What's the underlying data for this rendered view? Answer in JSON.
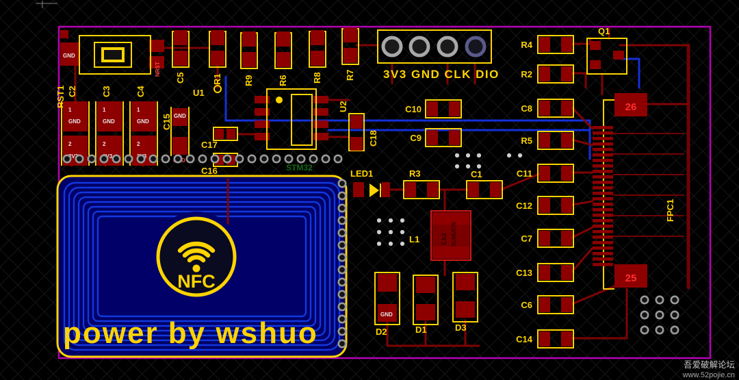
{
  "colors": {
    "board_outline": "#b400b4",
    "silkscreen": "#ffd400",
    "copper_pad": "#8e0000",
    "trace_blue": "#1430d8",
    "nfc_fill": "#000068",
    "coil_blue": "#1238dd",
    "pin_number_red": "#ff2e2e"
  },
  "components": {
    "rst1": "RST1",
    "c2": "C2",
    "c3": "C3",
    "c4": "C4",
    "c5": "C5",
    "c15": "C15",
    "c16": "C16",
    "c17": "C17",
    "u1": "U1",
    "u2": "U2",
    "r1": "R1",
    "r9": "R9",
    "r6": "R6",
    "r8": "R8",
    "r7": "R7",
    "c18": "C18",
    "c10": "C10",
    "c9": "C9",
    "r4": "R4",
    "r2": "R2",
    "q1": "Q1",
    "c8": "C8",
    "r5": "R5",
    "c11": "C11",
    "c12": "C12",
    "c7": "C7",
    "c13": "C13",
    "c6": "C6",
    "c14": "C14",
    "led1": "LED1",
    "r3": "R3",
    "c1": "C1",
    "l1": "L1",
    "d1": "D1",
    "d2": "D2",
    "d3": "D3",
    "fpc1": "FPC1"
  },
  "header_pins": {
    "labels": "3V3 GND CLK DIO"
  },
  "fpc": {
    "pin_top": "26",
    "pin_bottom": "25"
  },
  "pad_text": {
    "one": "1",
    "two": "2",
    "gnd": "GND",
    "v33": "3V3",
    "nrst": "NRST"
  },
  "chip_markings": {
    "l1_line1": "EA3",
    "l1_line2": "SLMU075",
    "mcu": "STM32"
  },
  "nfc": {
    "logo_text": "NFC",
    "caption": "power by wshuo"
  },
  "watermark": {
    "line1": "吾爱破解论坛",
    "line2": "www.52pojie.cn"
  }
}
